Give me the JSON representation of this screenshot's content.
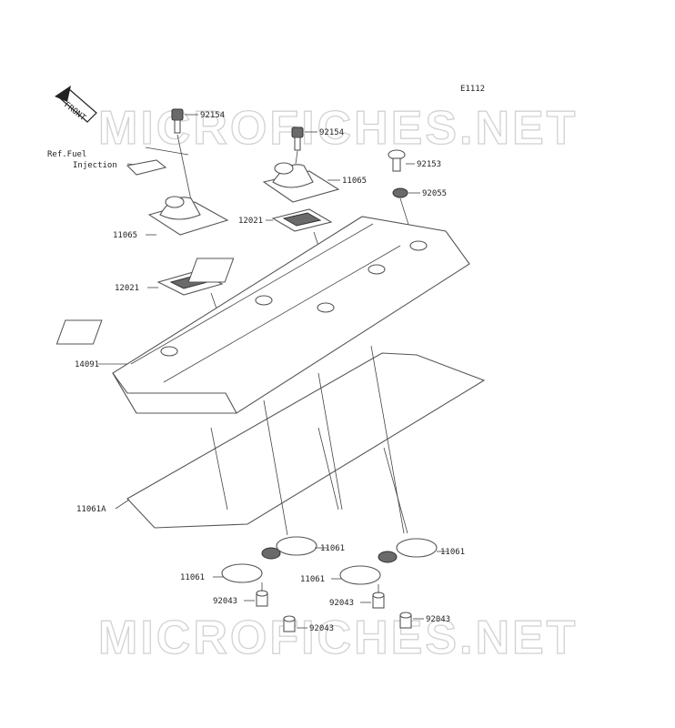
{
  "diagram_code": "E1112",
  "front_arrow_label": "FRONT",
  "watermark": "MICROFICHES.NET",
  "ref_note": [
    "Ref.Fuel",
    "Injection"
  ],
  "part_labels": {
    "bolt_left": "92154",
    "bolt_right": "92154",
    "bolt_small": "92153",
    "washer": "92055",
    "breather_cover_left": "11065",
    "breather_cover_right": "11065",
    "reed_valve_left": "12021",
    "reed_valve_right": "12021",
    "cylinder_head_cover": "14091",
    "head_cover_gasket": "11061A",
    "plug_gasket_1": "11061",
    "plug_gasket_2": "11061",
    "plug_gasket_3": "11061",
    "plug_gasket_4": "11061",
    "dowel_1": "92043",
    "dowel_2": "92043",
    "dowel_3": "92043",
    "dowel_4": "92043"
  }
}
